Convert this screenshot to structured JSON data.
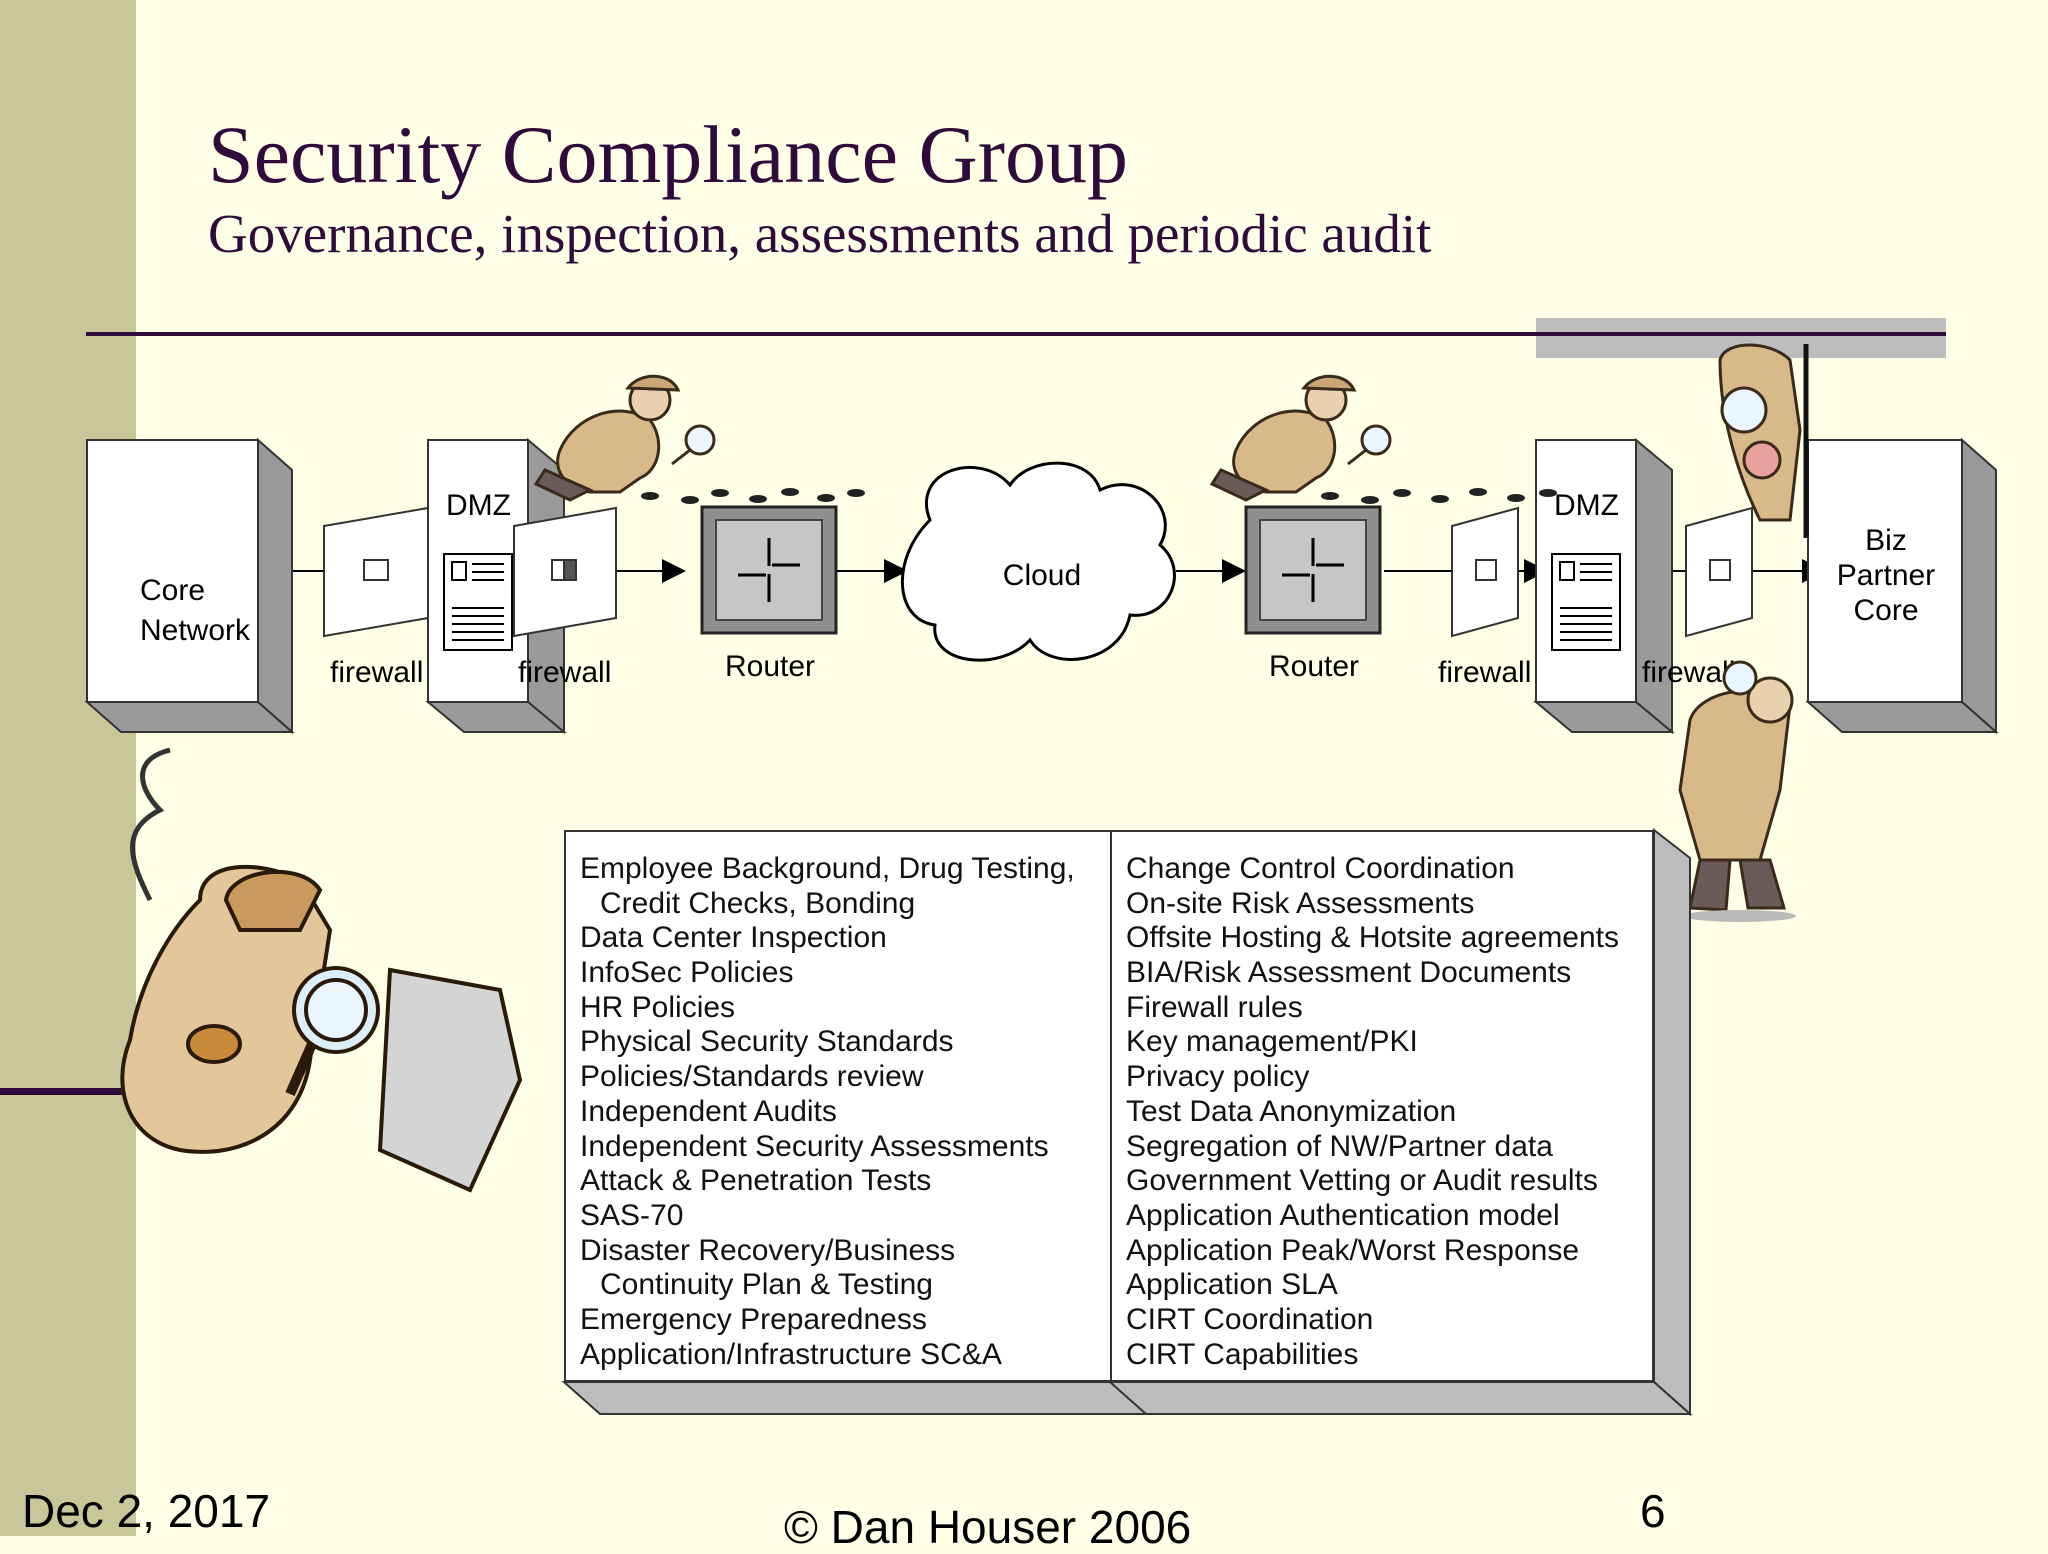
{
  "slide": {
    "title": "Security Compliance Group",
    "subtitle": "Governance, inspection, assessments and periodic audit"
  },
  "diagram": {
    "core_network": [
      "Core",
      "Network"
    ],
    "dmz_left": "DMZ",
    "dmz_right": "DMZ",
    "firewalls": [
      "firewall",
      "firewall",
      "firewall",
      "firewall"
    ],
    "router_left": "Router",
    "router_right": "Router",
    "cloud": "Cloud",
    "biz_partner": [
      "Biz",
      "Partner",
      "Core"
    ]
  },
  "checklist": {
    "left": [
      {
        "text": "Employee Background,  Drug Testing,",
        "indent": false
      },
      {
        "text": "Credit Checks, Bonding",
        "indent": true
      },
      {
        "text": "Data Center Inspection",
        "indent": false
      },
      {
        "text": "InfoSec Policies",
        "indent": false
      },
      {
        "text": "HR Policies",
        "indent": false
      },
      {
        "text": "Physical Security Standards",
        "indent": false
      },
      {
        "text": "Policies/Standards review",
        "indent": false
      },
      {
        "text": "Independent Audits",
        "indent": false
      },
      {
        "text": "Independent Security Assessments",
        "indent": false
      },
      {
        "text": "Attack & Penetration Tests",
        "indent": false
      },
      {
        "text": "SAS-70",
        "indent": false
      },
      {
        "text": "Disaster Recovery/Business",
        "indent": false
      },
      {
        "text": "Continuity Plan & Testing",
        "indent": true
      },
      {
        "text": "Emergency Preparedness",
        "indent": false
      },
      {
        "text": "Application/Infrastructure SC&A",
        "indent": false
      }
    ],
    "right": [
      "Change Control Coordination",
      "On-site Risk Assessments",
      "Offsite Hosting & Hotsite agreements",
      "BIA/Risk Assessment Documents",
      "Firewall rules",
      "Key management/PKI",
      "Privacy policy",
      "Test Data Anonymization",
      "Segregation of NW/Partner data",
      "Government Vetting or Audit results",
      "Application Authentication model",
      "Application Peak/Worst Response",
      "Application SLA",
      "CIRT Coordination",
      "CIRT Capabilities"
    ]
  },
  "footer": {
    "date": "Dec 2, 2017",
    "copyright": "© Dan Houser 2006",
    "page": "6"
  }
}
